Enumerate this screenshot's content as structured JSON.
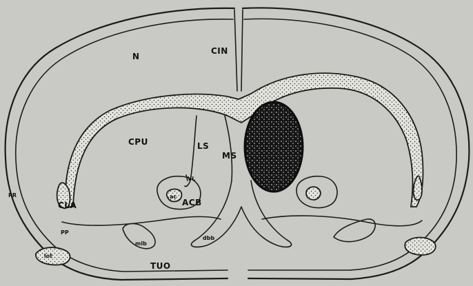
{
  "labels": {
    "N": "N",
    "CIN": "CIN",
    "CPU": "CPU",
    "LS": "LS",
    "MS": "MS",
    "VL": "VL",
    "ACB": "ACB",
    "CLA": "CLA",
    "PR": "PR",
    "PP": "PP",
    "mlb": "mlb",
    "dbb": "dbb",
    "TUO": "TUO",
    "lot": "lot",
    "ac": "ac"
  },
  "colors": {
    "background": "#c9cac5",
    "line": "#1b1b1b",
    "lesion": "#151515"
  },
  "lesion_side": "right-medial septum"
}
